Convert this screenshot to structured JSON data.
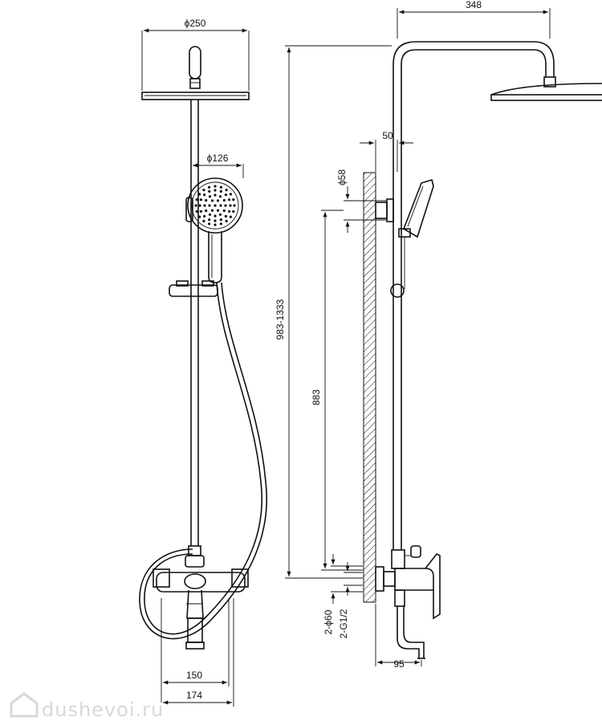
{
  "dimensions": {
    "head_diameter": "ϕ250",
    "hand_shower_diameter": "ϕ126",
    "arm_reach": "348",
    "wall_offset": "50",
    "bracket_diameter": "ϕ58",
    "total_height": "983-1333",
    "mixer_height": "883",
    "escutcheon": "2-ϕ60",
    "thread": "2-G1/2",
    "centers_inner": "150",
    "centers_outer": "174",
    "spout_projection": "95"
  },
  "watermark": {
    "text": "dushevoi.ru"
  },
  "colors": {
    "line": "#111111",
    "watermark": "#d8d8d8"
  }
}
